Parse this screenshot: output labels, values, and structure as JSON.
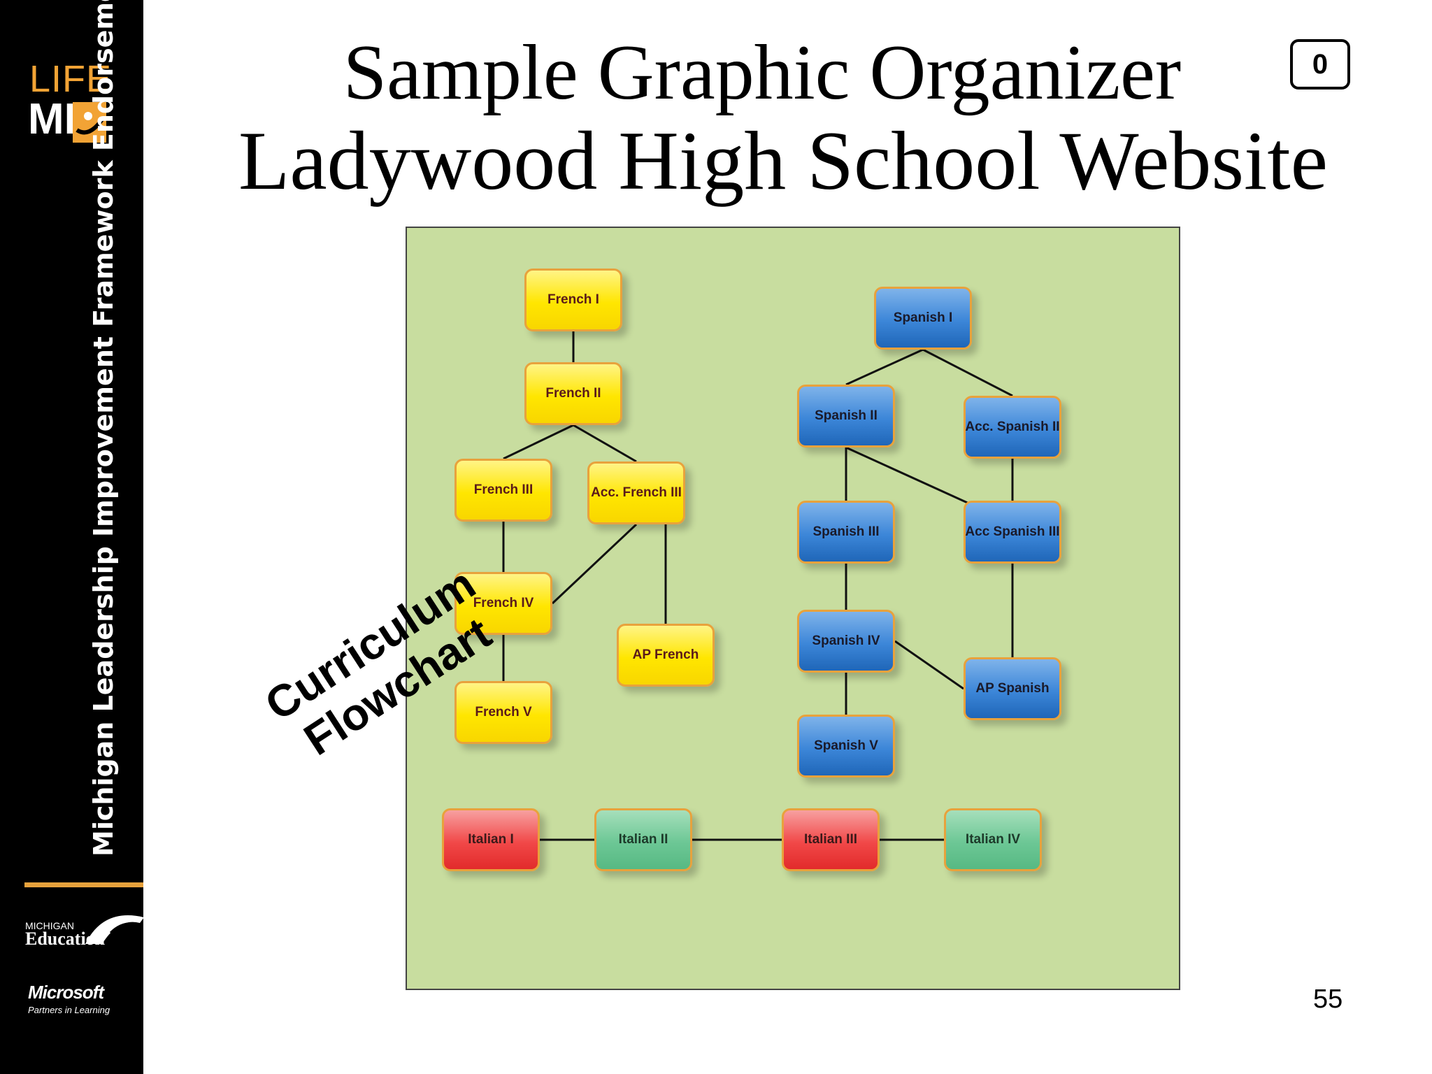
{
  "slide": {
    "title_line1": "Sample Graphic Organizer",
    "title_line2": "Ladywood High School Website",
    "page_number": "55",
    "comment_count": "0",
    "overlay_line1": "Curriculum",
    "overlay_line2": "Flowchart"
  },
  "sidebar": {
    "logo_top": "LIFE",
    "logo_bottom": "MI",
    "vertical_title": "Michigan Leadership Improvement Framework Endorsement",
    "mde_small": "MICHIGAN",
    "mde_large": "Education",
    "ms_name": "Microsoft",
    "ms_tagline": "Partners in Learning"
  },
  "colors": {
    "sidebar_bg": "#000000",
    "accent_orange": "#e8a23c",
    "diagram_bg": "#c8dd9f",
    "node_yellow": "#ffe600",
    "node_blue": "#3c86d8",
    "node_red": "#f14848",
    "node_green": "#6cc795"
  },
  "flowchart": {
    "nodes": [
      {
        "id": "french1",
        "label": "French I",
        "color": "yellow"
      },
      {
        "id": "french2",
        "label": "French II",
        "color": "yellow"
      },
      {
        "id": "french3",
        "label": "French III",
        "color": "yellow"
      },
      {
        "id": "accfrench3",
        "label": "Acc. French III",
        "color": "yellow"
      },
      {
        "id": "french4",
        "label": "French IV",
        "color": "yellow"
      },
      {
        "id": "apfrench",
        "label": "AP French",
        "color": "yellow"
      },
      {
        "id": "french5",
        "label": "French V",
        "color": "yellow"
      },
      {
        "id": "spanish1",
        "label": "Spanish I",
        "color": "blue"
      },
      {
        "id": "spanish2",
        "label": "Spanish II",
        "color": "blue"
      },
      {
        "id": "accspanish2",
        "label": "Acc. Spanish II",
        "color": "blue"
      },
      {
        "id": "spanish3",
        "label": "Spanish III",
        "color": "blue"
      },
      {
        "id": "accspanish3",
        "label": "Acc Spanish III",
        "color": "blue"
      },
      {
        "id": "spanish4",
        "label": "Spanish IV",
        "color": "blue"
      },
      {
        "id": "apspanish",
        "label": "AP Spanish",
        "color": "blue"
      },
      {
        "id": "spanish5",
        "label": "Spanish V",
        "color": "blue"
      },
      {
        "id": "italian1",
        "label": "Italian I",
        "color": "red"
      },
      {
        "id": "italian2",
        "label": "Italian II",
        "color": "green"
      },
      {
        "id": "italian3",
        "label": "Italian III",
        "color": "red"
      },
      {
        "id": "italian4",
        "label": "Italian IV",
        "color": "green"
      }
    ],
    "edges": [
      [
        "french1",
        "french2"
      ],
      [
        "french2",
        "french3"
      ],
      [
        "french2",
        "accfrench3"
      ],
      [
        "french3",
        "french4"
      ],
      [
        "accfrench3",
        "french4"
      ],
      [
        "accfrench3",
        "apfrench"
      ],
      [
        "french4",
        "french5"
      ],
      [
        "spanish1",
        "spanish2"
      ],
      [
        "spanish1",
        "accspanish2"
      ],
      [
        "spanish2",
        "spanish3"
      ],
      [
        "spanish2",
        "accspanish3"
      ],
      [
        "accspanish2",
        "accspanish3"
      ],
      [
        "spanish3",
        "spanish4"
      ],
      [
        "accspanish3",
        "apspanish"
      ],
      [
        "spanish4",
        "apspanish"
      ],
      [
        "spanish4",
        "spanish5"
      ],
      [
        "italian1",
        "italian2"
      ],
      [
        "italian2",
        "italian3"
      ],
      [
        "italian3",
        "italian4"
      ]
    ]
  }
}
